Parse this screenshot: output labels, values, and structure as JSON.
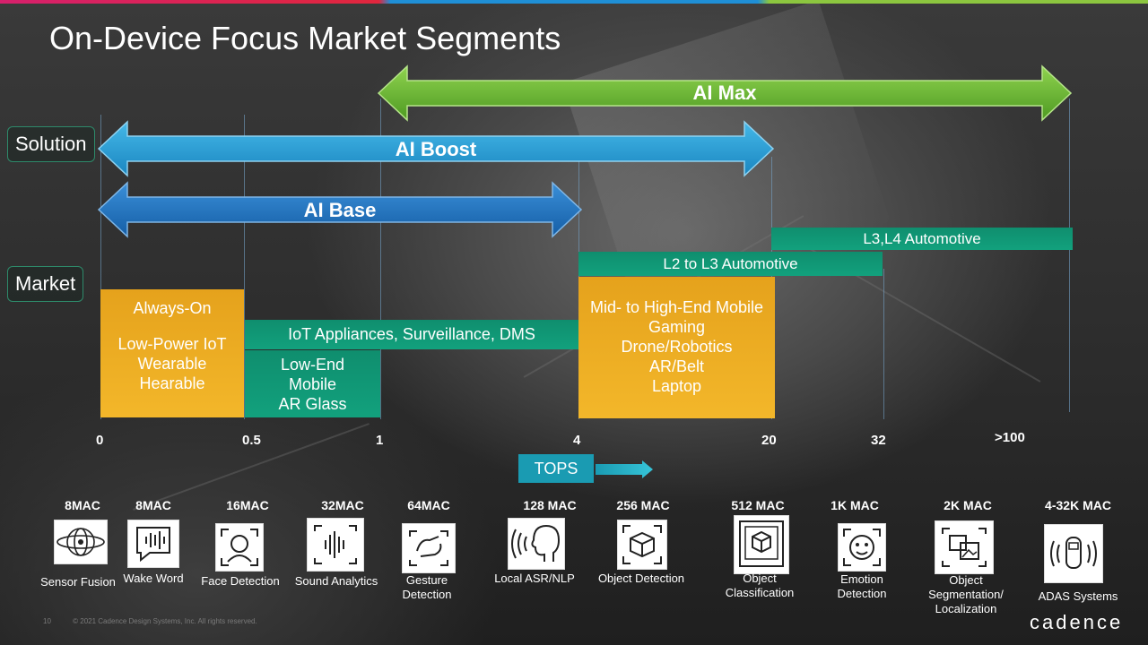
{
  "title": "On-Device Focus Market Segments",
  "labels": {
    "solution": "Solution",
    "market": "Market"
  },
  "arrows": {
    "ai_max": "AI Max",
    "ai_boost": "AI Boost",
    "ai_base": "AI Base"
  },
  "market": {
    "always_on": "Always-On",
    "low_power": [
      "Low-Power IoT",
      "Wearable",
      "Hearable"
    ],
    "iot": "IoT Appliances, Surveillance, DMS",
    "low_end": [
      "Low-End",
      "Mobile",
      "AR Glass"
    ],
    "mid_high": [
      "Mid- to High-End Mobile",
      "Gaming",
      "Drone/Robotics",
      "AR/Belt",
      "Laptop"
    ],
    "l2l3": "L2 to L3 Automotive",
    "l3l4": "L3,L4 Automotive"
  },
  "ticks": [
    "0",
    "0.5",
    "1",
    "4",
    "20",
    "32",
    ">100"
  ],
  "tops_label": "TOPS",
  "apps": [
    {
      "mac": "8MAC",
      "label": "Sensor Fusion",
      "icon": "sensor-fusion-icon"
    },
    {
      "mac": "8MAC",
      "label": "Wake Word",
      "icon": "wake-word-icon"
    },
    {
      "mac": "16MAC",
      "label": "Face Detection",
      "icon": "face-detection-icon"
    },
    {
      "mac": "32MAC",
      "label": "Sound Analytics",
      "icon": "sound-analytics-icon"
    },
    {
      "mac": "64MAC",
      "label": "Gesture Detection",
      "icon": "gesture-detection-icon"
    },
    {
      "mac": "128 MAC",
      "label": "Local ASR/NLP",
      "icon": "local-asr-icon"
    },
    {
      "mac": "256 MAC",
      "label": "Object Detection",
      "icon": "object-detection-icon"
    },
    {
      "mac": "512 MAC",
      "label": "Object Classification",
      "icon": "object-classification-icon"
    },
    {
      "mac": "1K MAC",
      "label": "Emotion Detection",
      "icon": "emotion-detection-icon"
    },
    {
      "mac": "2K MAC",
      "label": "Object Segmentation/ Localization",
      "icon": "object-segmentation-icon"
    },
    {
      "mac": "4-32K MAC",
      "label": "ADAS Systems",
      "icon": "adas-icon"
    }
  ],
  "footer": {
    "page": "10",
    "copyright": "© 2021 Cadence Design Systems, Inc. All rights reserved."
  },
  "logo": "cadence",
  "colors": {
    "gold": "#f0b02a",
    "teal": "#12a17d",
    "ai_max": "#6cbf3a",
    "ai_boost": "#2aa3d8",
    "ai_base": "#1f78c8"
  }
}
